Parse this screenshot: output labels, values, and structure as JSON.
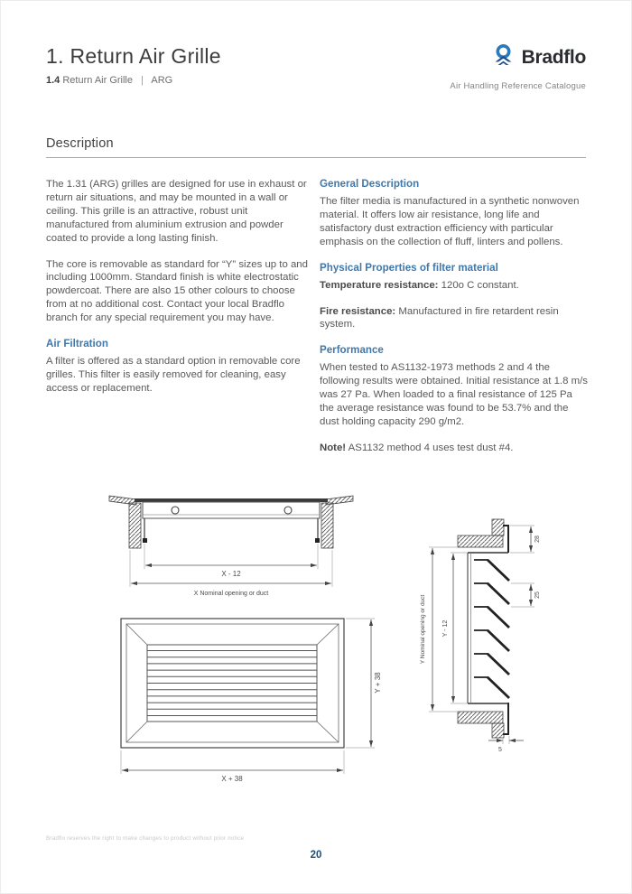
{
  "header": {
    "title": "1. Return Air Grille",
    "subtitle_number": "1.4",
    "subtitle_text": "Return Air Grille",
    "subtitle_sep": "|",
    "subtitle_code": "ARG",
    "brand": "Bradflo",
    "catalogue": "Air Handling Reference Catalogue"
  },
  "section": {
    "description_heading": "Description"
  },
  "left_column": {
    "para1": "The 1.31 (ARG) grilles are designed for use in exhaust or return air situations, and may be mounted in a wall or ceiling. This grille is an attractive, robust unit manufactured from aluminium extrusion and powder coated to provide a long lasting finish.",
    "para2": "The core is removable as standard for “Y” sizes up to and including 1000mm. Standard finish is white electrostatic powdercoat. There are also 15 other colours to choose from at no additional cost. Contact your local Bradflo branch for any special requirement you may have.",
    "air_filtration_heading": "Air Filtration",
    "air_filtration_text": "A filter is offered as a standard option in removable core grilles. This filter is easily removed for cleaning, easy access or replacement."
  },
  "right_column": {
    "general_heading": "General Description",
    "general_text": "The filter media is manufactured in a synthetic nonwoven material. It offers low air resistance, long life and satisfactory dust extraction efficiency with particular emphasis on the collection of fluff, linters and pollens.",
    "physical_heading": "Physical Properties of filter material",
    "temperature_label": "Temperature resistance:",
    "temperature_value": "120o C constant.",
    "fire_label": "Fire resistance:",
    "fire_value": "Manufactured in fire retardent resin system.",
    "performance_heading": "Performance",
    "performance_text": "When tested to AS1132-1973 methods 2 and 4 the following results were obtained. Initial resistance at 1.8 m/s was 27 Pa. When loaded to a final resistance of 125 Pa the average resistance was found to be 53.7% and the dust holding capacity 290 g/m2.",
    "note_label": "Note!",
    "note_text": "AS1132 method 4 uses test dust #4."
  },
  "drawings": {
    "top_section": {
      "dim_inner": "X - 12",
      "dim_outer": "X Nominal opening or duct"
    },
    "front_view": {
      "dim_width": "X + 38",
      "dim_height": "Y + 38"
    },
    "side_section": {
      "dim_flange": "28",
      "dim_blade_pitch": "25",
      "dim_depth": "5",
      "dim_inner": "Y - 12",
      "dim_outer": "Y Nominal opening or duct"
    }
  },
  "footer": {
    "disclaimer": "Bradflo reserves the right to make changes to product without prior notice",
    "page_number": "20"
  },
  "colors": {
    "accent_blue": "#4078ab",
    "logo_blue": "#2e79b9",
    "logo_navy": "#1d4f90",
    "page_number_blue": "#1d4e79",
    "body_gray": "#58595b"
  }
}
